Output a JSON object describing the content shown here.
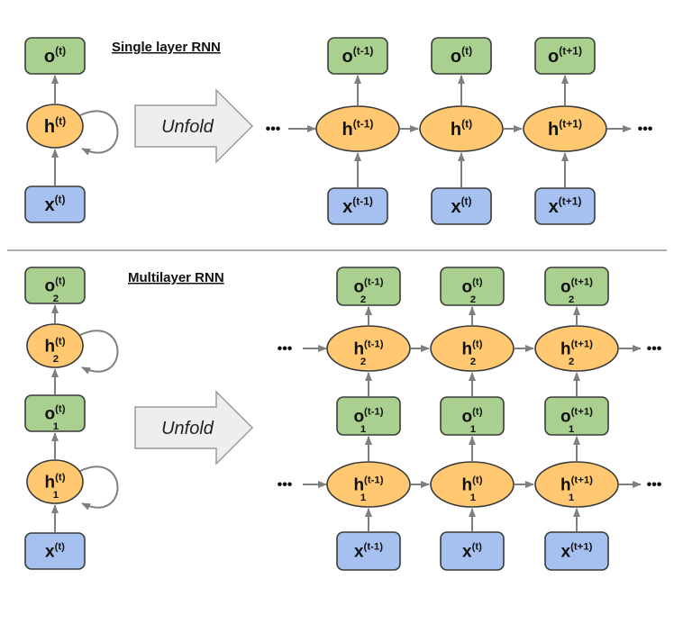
{
  "colors": {
    "output_fill": "#a9d08e",
    "output_stroke": "#3a3a3a",
    "hidden_fill": "#ffc871",
    "hidden_stroke": "#3a3a3a",
    "input_fill": "#a6c1f0",
    "input_stroke": "#3a3a3a",
    "arrow": "#7f7f7f",
    "unfold_fill": "#eeeeee",
    "unfold_stroke": "#9a9a9a",
    "divider": "#7f7f7f"
  },
  "titles": {
    "single": "Single layer RNN",
    "multi": "Multilayer RNN"
  },
  "unfold_label": "Unfold",
  "ellipsis": "•••",
  "single_layer": {
    "folded": {
      "output": {
        "base": "o",
        "sup": "(t)"
      },
      "hidden": {
        "base": "h",
        "sup": "(t)"
      },
      "input": {
        "base": "x",
        "sup": "(t)"
      }
    },
    "unfolded": [
      {
        "output": {
          "base": "o",
          "sup": "(t-1)"
        },
        "hidden": {
          "base": "h",
          "sup": "(t-1)"
        },
        "input": {
          "base": "x",
          "sup": "(t-1)"
        }
      },
      {
        "output": {
          "base": "o",
          "sup": "(t)"
        },
        "hidden": {
          "base": "h",
          "sup": "(t)"
        },
        "input": {
          "base": "x",
          "sup": "(t)"
        }
      },
      {
        "output": {
          "base": "o",
          "sup": "(t+1)"
        },
        "hidden": {
          "base": "h",
          "sup": "(t+1)"
        },
        "input": {
          "base": "x",
          "sup": "(t+1)"
        }
      }
    ]
  },
  "multi_layer": {
    "folded": {
      "output2": {
        "base": "o",
        "sup": "(t)",
        "sub": "2"
      },
      "hidden2": {
        "base": "h",
        "sup": "(t)",
        "sub": "2"
      },
      "output1": {
        "base": "o",
        "sup": "(t)",
        "sub": "1"
      },
      "hidden1": {
        "base": "h",
        "sup": "(t)",
        "sub": "1"
      },
      "input": {
        "base": "x",
        "sup": "(t)"
      }
    },
    "unfolded": [
      {
        "output2": {
          "base": "o",
          "sup": "(t-1)",
          "sub": "2"
        },
        "hidden2": {
          "base": "h",
          "sup": "(t-1)",
          "sub": "2"
        },
        "output1": {
          "base": "o",
          "sup": "(t-1)",
          "sub": "1"
        },
        "hidden1": {
          "base": "h",
          "sup": "(t-1)",
          "sub": "1"
        },
        "input": {
          "base": "x",
          "sup": "(t-1)"
        }
      },
      {
        "output2": {
          "base": "o",
          "sup": "(t)",
          "sub": "2"
        },
        "hidden2": {
          "base": "h",
          "sup": "(t)",
          "sub": "2"
        },
        "output1": {
          "base": "o",
          "sup": "(t)",
          "sub": "1"
        },
        "hidden1": {
          "base": "h",
          "sup": "(t)",
          "sub": "1"
        },
        "input": {
          "base": "x",
          "sup": "(t)"
        }
      },
      {
        "output2": {
          "base": "o",
          "sup": "(t+1)",
          "sub": "2"
        },
        "hidden2": {
          "base": "h",
          "sup": "(t+1)",
          "sub": "2"
        },
        "output1": {
          "base": "o",
          "sup": "(t+1)",
          "sub": "1"
        },
        "hidden1": {
          "base": "h",
          "sup": "(t+1)",
          "sub": "1"
        },
        "input": {
          "base": "x",
          "sup": "(t+1)"
        }
      }
    ]
  }
}
